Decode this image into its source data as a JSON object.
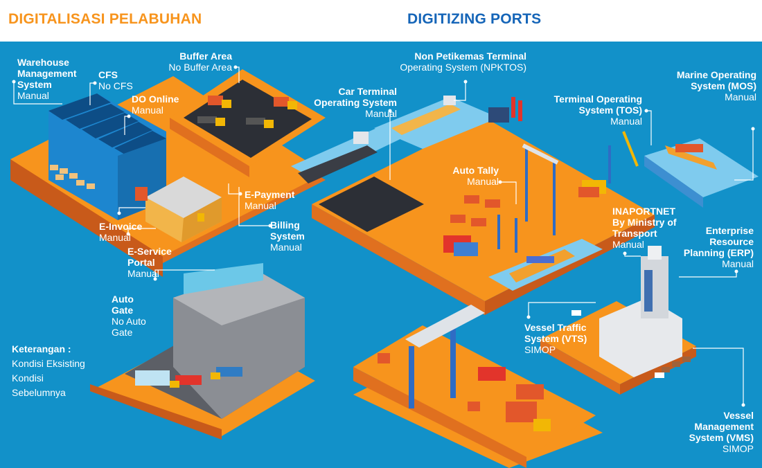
{
  "header": {
    "title_indonesian": "DIGITALISASI PELABUHAN",
    "title_english": "DIGITIZING PORTS"
  },
  "colors": {
    "title_indonesian": "#f7941d",
    "title_english": "#1565b8",
    "background_sea": "#1291c9",
    "platform_orange": "#f7941d",
    "platform_shadow": "#e0701f",
    "water_light": "#7fcbee"
  },
  "labels": {
    "wms": {
      "name": "Warehouse Management System",
      "name_lines": [
        "Warehouse",
        "Management",
        "System"
      ],
      "status": "Manual"
    },
    "cfs": {
      "name": "CFS",
      "status": "No CFS"
    },
    "do_online": {
      "name": "DO Online",
      "status": "Manual"
    },
    "buffer_area": {
      "name": "Buffer Area",
      "status": "No Buffer Area"
    },
    "npktos": {
      "name": "Non Petikemas Terminal",
      "status": "Operating System (NPKTOS)"
    },
    "car_terminal": {
      "name_lines": [
        "Car Terminal",
        "Operating System"
      ],
      "status": "Manual"
    },
    "tos": {
      "name_lines": [
        "Terminal Operating",
        "System (TOS)"
      ],
      "status": "Manual"
    },
    "mos": {
      "name_lines": [
        "Marine Operating",
        "System (MOS)"
      ],
      "status": "Manual"
    },
    "e_payment": {
      "name": "E-Payment",
      "status": "Manual"
    },
    "billing": {
      "name_lines": [
        "Billing",
        "System"
      ],
      "status": "Manual"
    },
    "e_invoice": {
      "name": "E-Invoice",
      "status": "Manual"
    },
    "e_service": {
      "name_lines": [
        "E-Service",
        "Portal"
      ],
      "status": "Manual"
    },
    "auto_tally": {
      "name": "Auto Tally",
      "status": "Manual"
    },
    "inaportnet": {
      "name_lines": [
        "INAPORTNET",
        "By Ministry of",
        "Transport"
      ],
      "status": "Manual"
    },
    "erp": {
      "name_lines": [
        "Enterprise",
        "Resource",
        "Planning (ERP)"
      ],
      "status": "Manual"
    },
    "auto_gate": {
      "name_lines": [
        "Auto",
        "Gate"
      ],
      "status_lines": [
        "No Auto",
        "Gate"
      ]
    },
    "vts": {
      "name_lines": [
        "Vessel Traffic",
        "System (VTS)"
      ],
      "status": "SIMOP"
    },
    "vms": {
      "name_lines": [
        "Vessel",
        "Management",
        "System (VMS)"
      ],
      "status": "SIMOP"
    }
  },
  "legend": {
    "title": "Keterangan :",
    "items": [
      "Kondisi Eksisting",
      "Kondisi",
      "Sebelumnya"
    ]
  }
}
